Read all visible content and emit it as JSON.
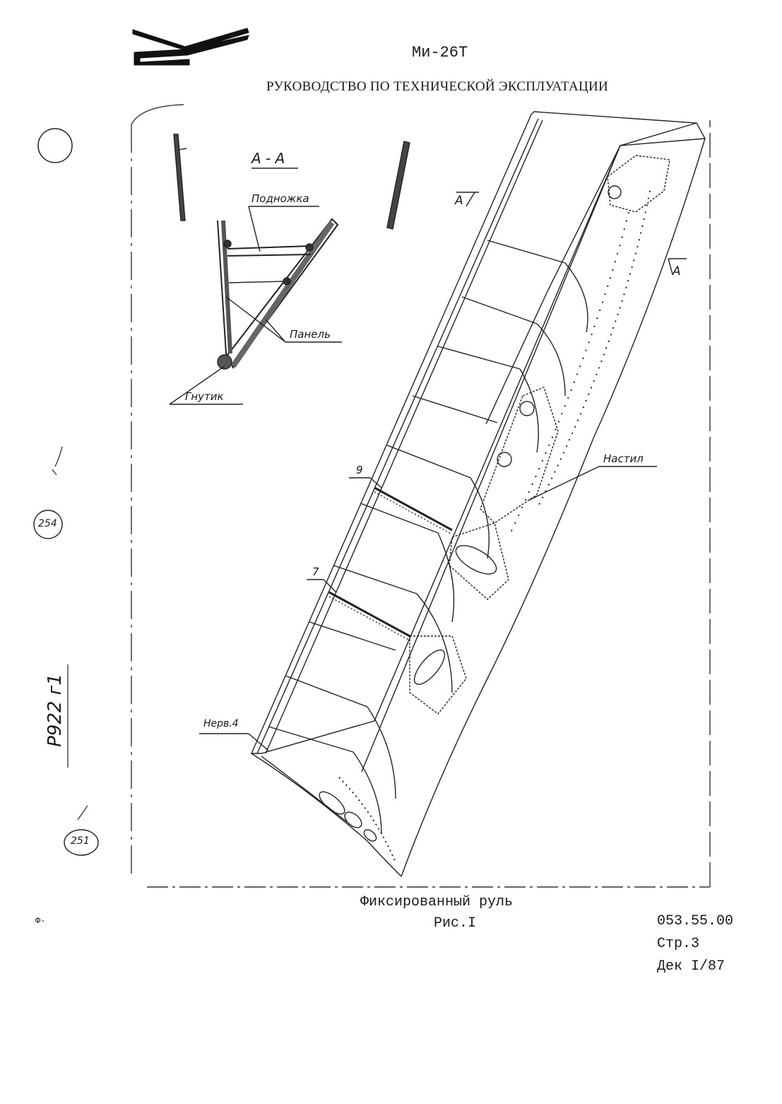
{
  "header": {
    "aircraft": "Ми-26Т",
    "manual_title": "РУКОВОДСТВО ПО ТЕХНИЧЕСКОЙ ЭКСПЛУАТАЦИИ"
  },
  "drawing": {
    "section_label": "А - А",
    "section_mark_top": "А",
    "section_mark_right": "А",
    "callouts": {
      "footrest": "Подножка",
      "panel": "Панель",
      "bent_profile": "Гнутик",
      "decking": "Настил",
      "rib_9": "9",
      "rib_7": "7",
      "rib_4": "Нерв.4"
    }
  },
  "margin": {
    "stamp_1": "254",
    "stamp_2": "251",
    "handwritten": "Р922 г1",
    "corner_mark": "Ф-"
  },
  "caption": {
    "name": "Фиксированный руль",
    "figure": "Рис.I"
  },
  "document_ref": {
    "code": "053.55.00",
    "page": "Стр.3",
    "revision": "Дек I/87"
  }
}
